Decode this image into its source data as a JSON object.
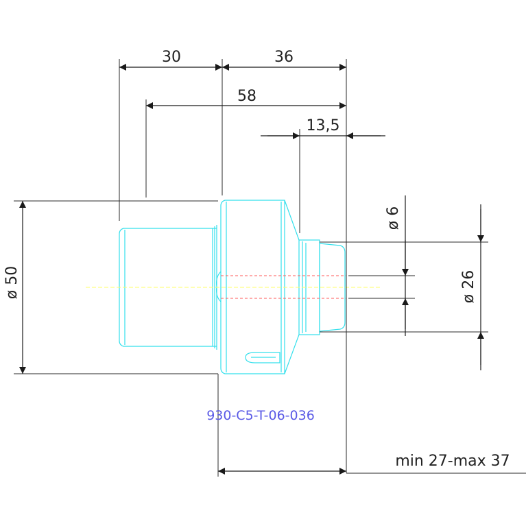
{
  "dimensions": {
    "d30": "30",
    "d36": "36",
    "d58": "58",
    "d13_5": "13,5",
    "dia50": "ø 50",
    "dia6": "ø 6",
    "dia26": "ø 26",
    "range": "min 27-max 37"
  },
  "part_number": "930-C5-T-06-036",
  "colors": {
    "outline": "#33e0ec",
    "dimension": "#2a2a2a",
    "centerline": "#ffff66",
    "bore": "#ff5a5a",
    "part_label": "#5a5ae6"
  }
}
